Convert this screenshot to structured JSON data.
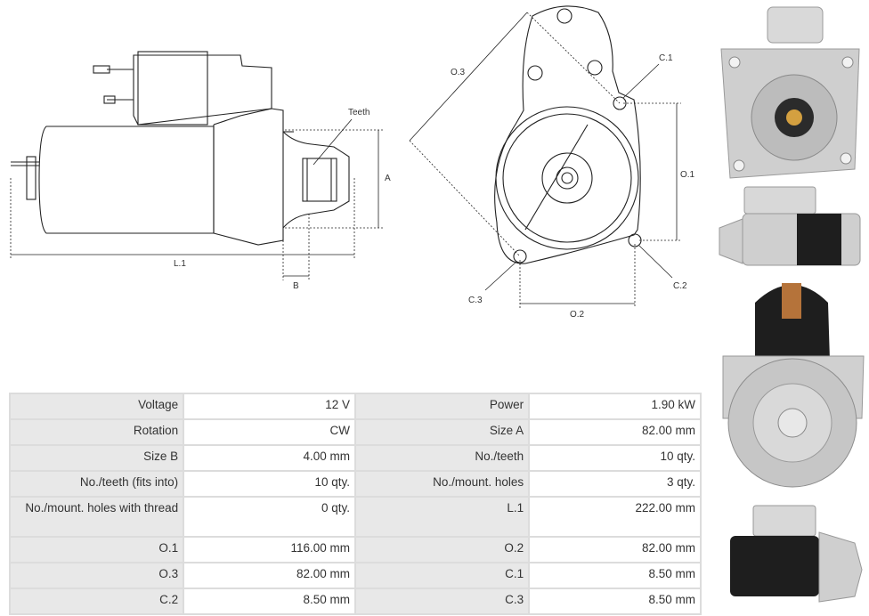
{
  "drawing": {
    "side_view": {
      "teeth_label": "Teeth",
      "dim_a": "A",
      "dim_b": "B",
      "dim_l1": "L.1"
    },
    "front_view": {
      "o1": "O.1",
      "o2": "O.2",
      "o3": "O.3",
      "c1": "C.1",
      "c2": "C.2",
      "c3": "C.3"
    }
  },
  "specs": {
    "rows": [
      {
        "l1": "Voltage",
        "v1": "12 V",
        "l2": "Power",
        "v2": "1.90 kW"
      },
      {
        "l1": "Rotation",
        "v1": "CW",
        "l2": "Size A",
        "v2": "82.00 mm"
      },
      {
        "l1": "Size B",
        "v1": "4.00 mm",
        "l2": "No./teeth",
        "v2": "10 qty."
      },
      {
        "l1": "No./teeth (fits into)",
        "v1": "10 qty.",
        "l2": "No./mount. holes",
        "v2": "3 qty."
      },
      {
        "l1": "No./mount. holes with thread",
        "v1": "0 qty.",
        "l2": "L.1",
        "v2": "222.00 mm"
      },
      {
        "l1": "O.1",
        "v1": "116.00 mm",
        "l2": "O.2",
        "v2": "82.00 mm"
      },
      {
        "l1": "O.3",
        "v1": "82.00 mm",
        "l2": "C.1",
        "v2": "8.50 mm"
      },
      {
        "l1": "C.2",
        "v1": "8.50 mm",
        "l2": "C.3",
        "v2": "8.50 mm"
      }
    ]
  },
  "colors": {
    "label_bg": "#e8e8e8",
    "border": "#dcdcdc",
    "line": "#222222",
    "metal": "#c9c9c9",
    "solenoid_dark": "#1e1e1e"
  }
}
